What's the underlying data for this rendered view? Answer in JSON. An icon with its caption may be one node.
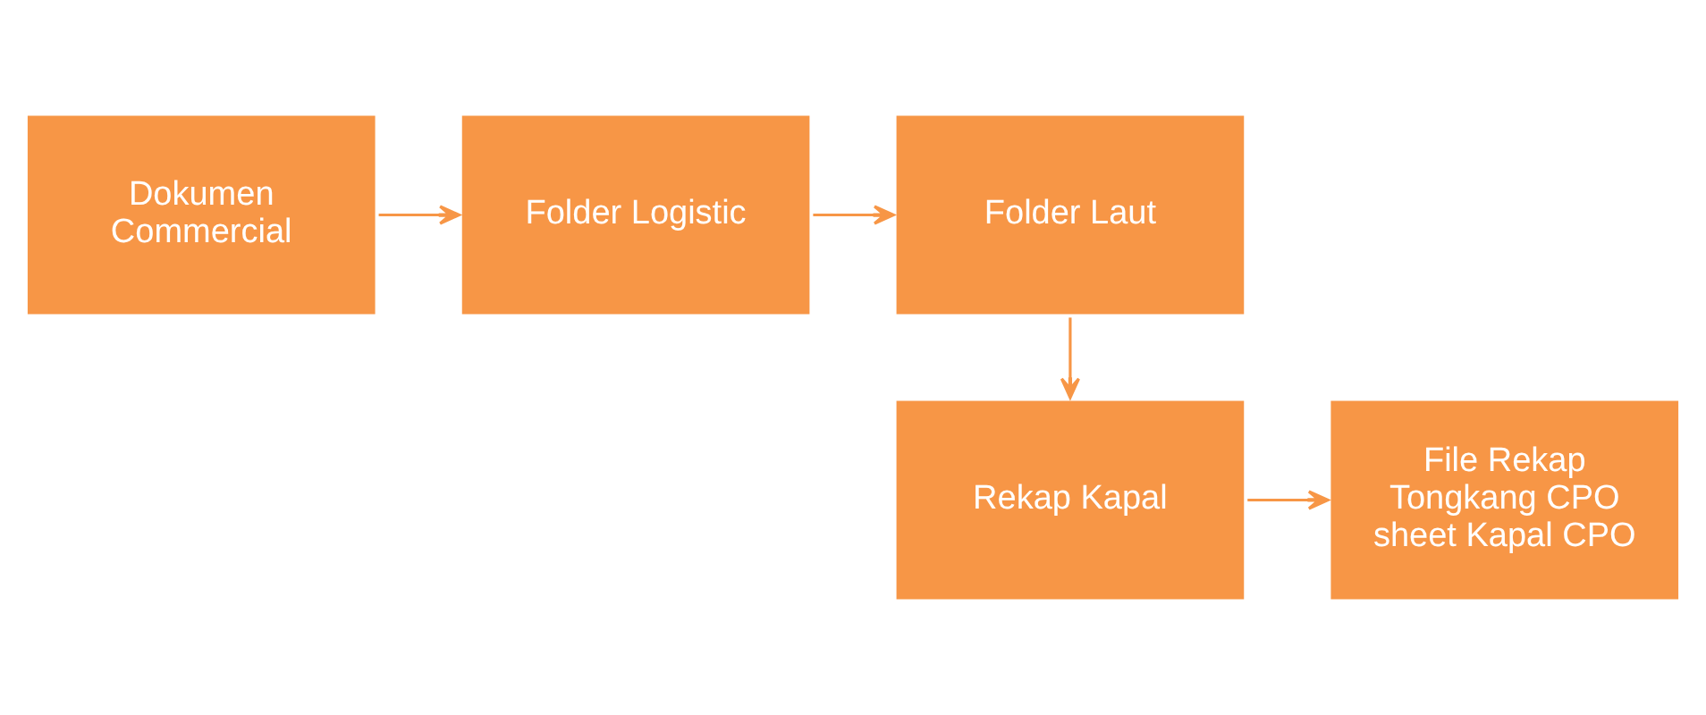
{
  "diagram": {
    "nodes": [
      {
        "text": [
          "Dokumen Commercial"
        ]
      },
      {
        "text": [
          "Folder Logistic"
        ]
      },
      {
        "text": [
          "Folder Laut"
        ]
      },
      {
        "text": [
          "Rekap Kapal"
        ]
      },
      {
        "text": [
          "File Rekap Tongkang CPO sheet Kapal CPO"
        ]
      }
    ],
    "edges": [
      {
        "from": 0,
        "to": 1,
        "arrow": "to"
      },
      {
        "from": 1,
        "to": 2,
        "arrow": "to"
      },
      {
        "from": 2,
        "to": 3,
        "arrow": "to"
      },
      {
        "from": 3,
        "to": 4,
        "arrow": "to"
      }
    ]
  }
}
